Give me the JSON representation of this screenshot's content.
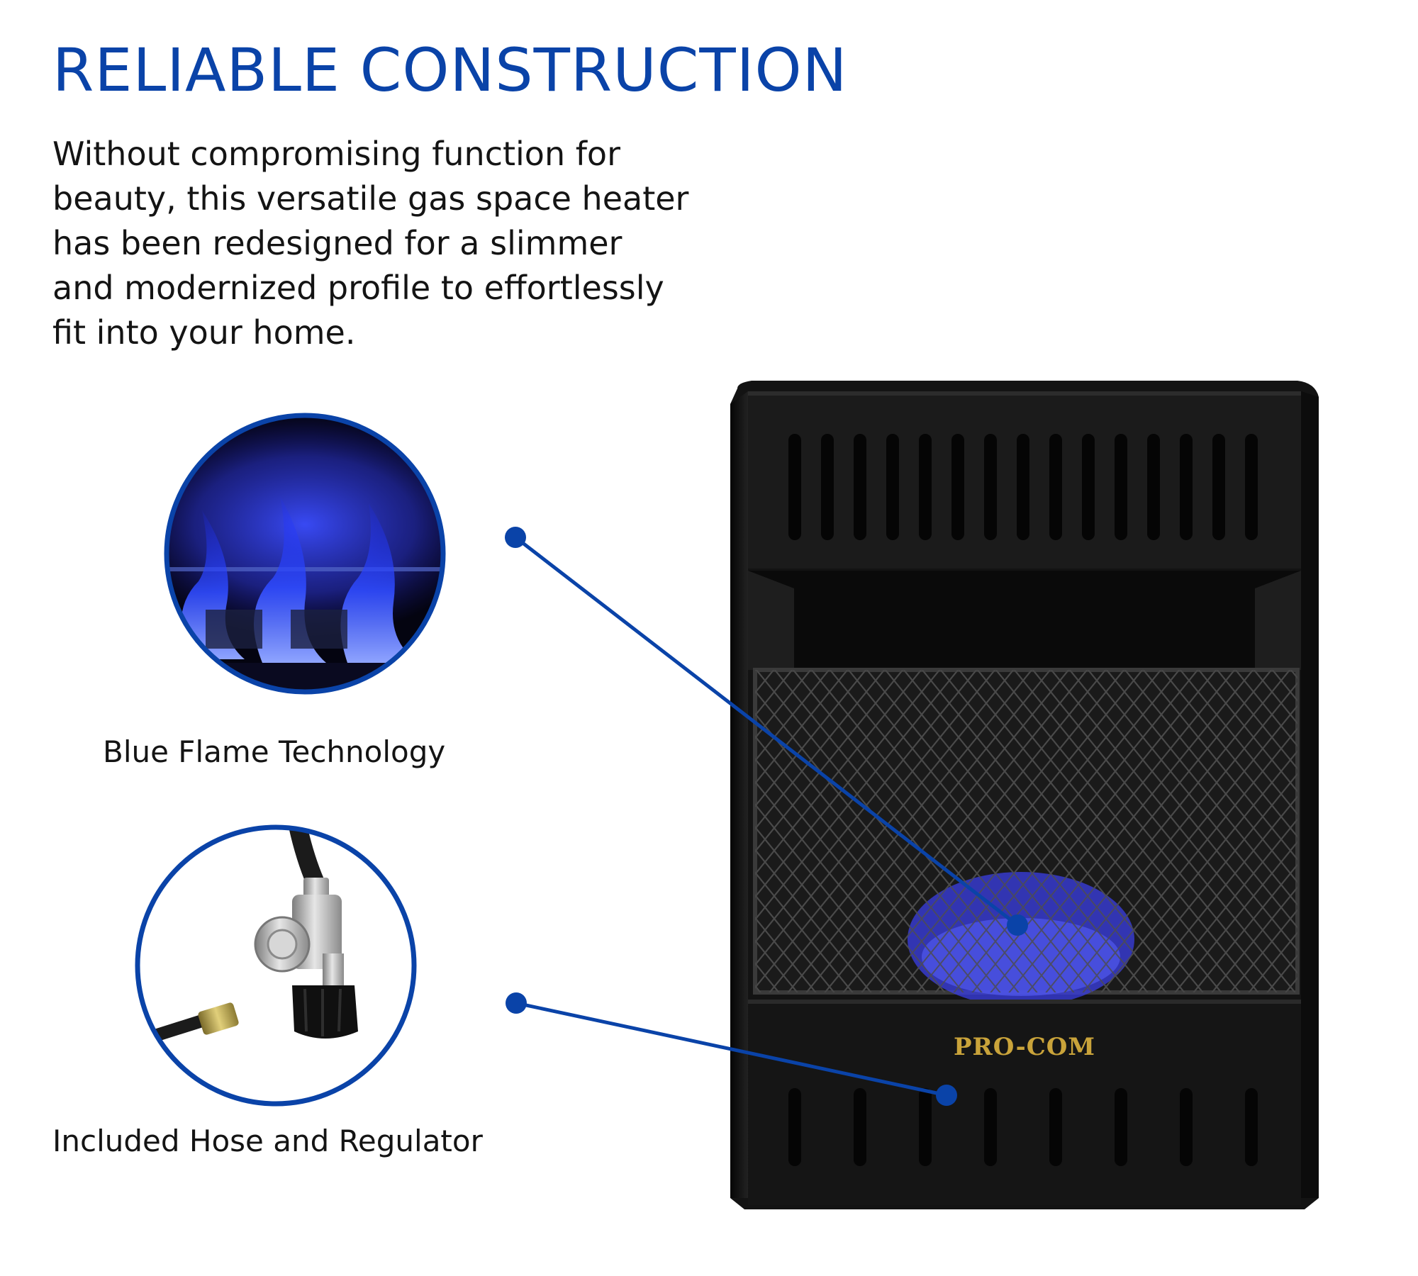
{
  "header": {
    "title": "RELIABLE CONSTRUCTION"
  },
  "description": {
    "lines": [
      "Without compromising function for",
      "beauty, this versatile gas space heater",
      "has been redesigned for a slimmer",
      "and modernized profile to effortlessly",
      "fit into your home."
    ]
  },
  "features": [
    {
      "label": "Blue Flame Technology",
      "icon": "blue-flame-icon"
    },
    {
      "label": "Included Hose and Regulator",
      "icon": "hose-regulator-icon"
    }
  ],
  "product": {
    "brand": "PRO-COM"
  },
  "colors": {
    "accent": "#0a43a8",
    "callout_line": "#0a43a8",
    "heater_body": "#151515",
    "brand_gold": "#c9a33a",
    "flame_blue": "#2d48ff"
  }
}
